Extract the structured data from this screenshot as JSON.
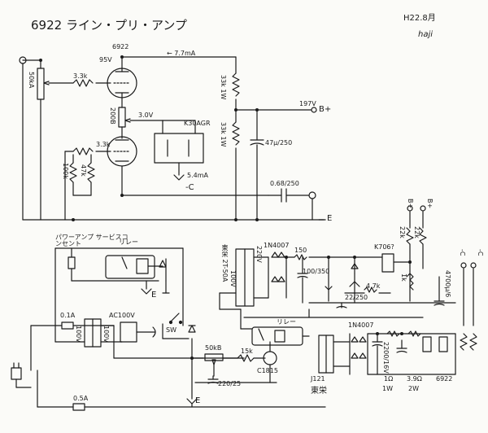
{
  "header": {
    "title": "6922 ライン・プリ・アンプ",
    "date": "H22.8月",
    "author": "haji"
  },
  "top_section": {
    "pot_label": "50kA",
    "r_grid1": "3.3k",
    "tube_name": "6922",
    "plate_v": "95V",
    "plate_current": "← 7.7mA",
    "r_load": "33k 1W",
    "supply_v": "197V",
    "b_plus": "B+",
    "pot_200b": "200B",
    "cathode_v": "3.0V",
    "fet": "K30AGR",
    "r_grid2": "3.3k",
    "r_100k": "100k",
    "r_47k": "47k",
    "r_33k_1w": "33k 1W",
    "cap_main": "47μ/250",
    "ccs_current": "5.4mA",
    "neg_c": "-C",
    "cap_out": "0.68/250",
    "ground_e": "E"
  },
  "bottom_section": {
    "power_amp_service": "パワーアンプ サービスコンセント",
    "relay_label": "リレー",
    "e1": "E",
    "fuse1": "0.1A",
    "ac100v": "AC100V",
    "v100_1": "100V",
    "v100_2": "100V",
    "sw": "SW",
    "pot_50kb": "50kB",
    "r_15k": "15k",
    "tr": "C1815",
    "cap_220": "220/25",
    "e2": "E",
    "fuse2": "0.5A",
    "relay2": "リレー",
    "transformer1": "東栄 2T-50A",
    "v220": "220V",
    "v100_3": "100V",
    "diode1": "1N4007",
    "r_150": "150",
    "cap_100_350": "100/350",
    "ic_k": "K706?",
    "r_47k_b": "4.7k",
    "cap_22_250": "22/250",
    "r_1k": "1k",
    "r_22k_1": "22k",
    "r_22k_2": "22k",
    "b_plus_1": "B+",
    "b_plus_2": "B+",
    "cap_4700": "4700μ/6",
    "neg_c1": "-C",
    "neg_c2": "-C",
    "j121": "J121",
    "toei": "東栄",
    "diode2": "1N4007",
    "cap_2200": "2200/16V",
    "r_1ohm": "1Ω",
    "r_1w": "1W",
    "r_39": "3.9Ω",
    "r_2w": "2W",
    "heater": "6922"
  }
}
